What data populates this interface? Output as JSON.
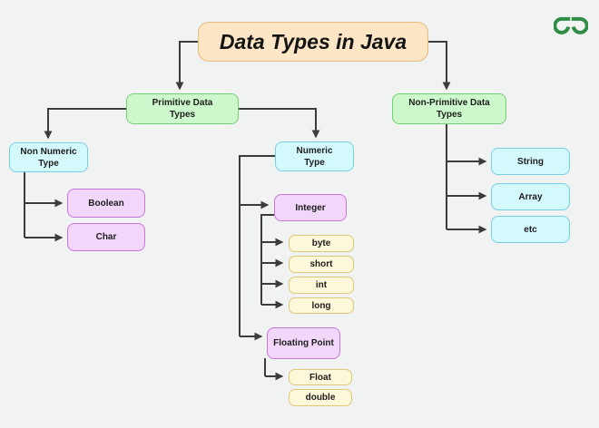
{
  "title": {
    "label": "Data Types in Java"
  },
  "logo": {
    "name": "geeksforgeeks",
    "color": "#2f8d46"
  },
  "nodes": {
    "primitive": {
      "label": "Primitive Data Types"
    },
    "non_primitive": {
      "label": "Non-Primitive Data Types"
    },
    "non_numeric": {
      "label": "Non Numeric Type"
    },
    "numeric": {
      "label": "Numeric Type"
    },
    "boolean": {
      "label": "Boolean"
    },
    "char": {
      "label": "Char"
    },
    "integer": {
      "label": "Integer"
    },
    "byte": {
      "label": "byte"
    },
    "short": {
      "label": "short"
    },
    "int": {
      "label": "int"
    },
    "long": {
      "label": "long"
    },
    "floating_point": {
      "label": "Floating Point"
    },
    "float": {
      "label": "Float"
    },
    "double": {
      "label": "double"
    },
    "string": {
      "label": "String"
    },
    "array": {
      "label": "Array"
    },
    "etc": {
      "label": "etc"
    }
  },
  "colors": {
    "background": "#f1f2f2",
    "title_fill": "#fce6c5",
    "title_border": "#e3bc7e",
    "green_fill": "#cdf8cc",
    "green_border": "#74cf74",
    "cyan_fill": "#d4f9fd",
    "cyan_border": "#79cfe1",
    "purple_fill": "#f3d7fa",
    "purple_border": "#c677da",
    "yellow_fill": "#fdf8da",
    "yellow_border": "#dec878",
    "connector": "#3c3c3c",
    "text": "#1d1d1d",
    "logo_green": "#2f8d46"
  }
}
